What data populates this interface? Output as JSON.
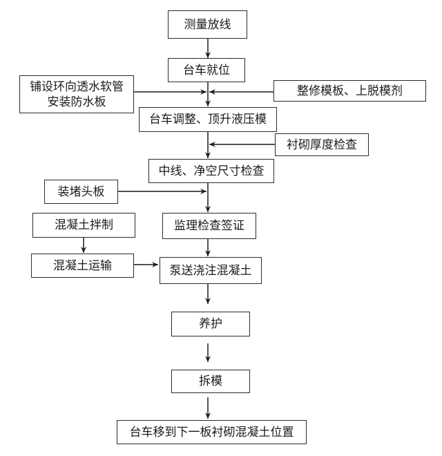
{
  "diagram": {
    "type": "flowchart",
    "nodes": {
      "survey": "测量放线",
      "trolley_in_place": "台车就位",
      "drain_pipe_line1": "铺设环向透水软管",
      "drain_pipe_line2": "安装防水板",
      "formwork_repair": "整修模板、上脱模剂",
      "trolley_adjust": "台车调整、顶升液压模",
      "thickness_check": "衬砌厚度检查",
      "centerline_check": "中线、净空尺寸检查",
      "end_plate": "装堵头板",
      "concrete_mixing": "混凝土拌制",
      "supervisor_check": "监理检查签证",
      "concrete_transport": "混凝土运输",
      "pump_pour": "泵送浇注混凝土",
      "curing": "养护",
      "demould": "拆模",
      "move_next": "台车移到下一板衬砌混凝土位置"
    },
    "edges": [
      {
        "from": "survey",
        "to": "trolley_in_place"
      },
      {
        "from": "trolley_in_place",
        "to": "trolley_adjust"
      },
      {
        "from": "drain_pipe",
        "to": "trolley_adjust"
      },
      {
        "from": "formwork_repair",
        "to": "trolley_adjust"
      },
      {
        "from": "trolley_adjust",
        "to": "centerline_check"
      },
      {
        "from": "thickness_check",
        "to": "centerline_check"
      },
      {
        "from": "centerline_check",
        "to": "supervisor_check"
      },
      {
        "from": "end_plate",
        "to": "supervisor_check"
      },
      {
        "from": "supervisor_check",
        "to": "pump_pour"
      },
      {
        "from": "concrete_mixing",
        "to": "concrete_transport"
      },
      {
        "from": "concrete_transport",
        "to": "pump_pour"
      },
      {
        "from": "pump_pour",
        "to": "curing"
      },
      {
        "from": "curing",
        "to": "demould"
      },
      {
        "from": "demould",
        "to": "move_next"
      }
    ]
  }
}
